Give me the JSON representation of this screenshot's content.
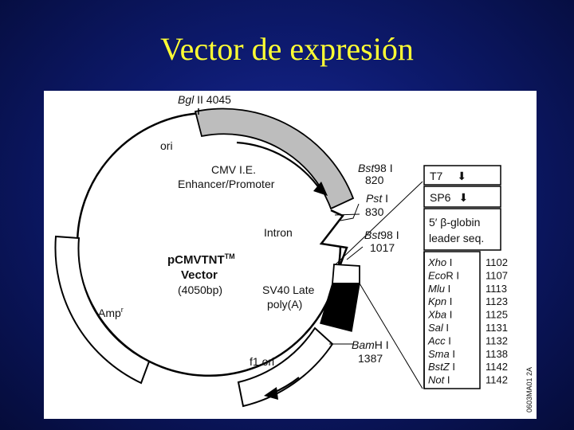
{
  "slide": {
    "title": "Vector de expresión"
  },
  "plasmid": {
    "name": "pCMVTNT",
    "trademark": "TM",
    "name_line2": "Vector",
    "size": "(4050bp)"
  },
  "features": {
    "cmv_line1": "CMV I.E.",
    "cmv_line2": "Enhancer/Promoter",
    "ori": "ori",
    "intron": "Intron",
    "sv40_line1": "SV40 Late",
    "sv40_line2": "poly(A)",
    "amp": "Amp",
    "amp_sup": "r",
    "f1ori": "f1 ori"
  },
  "sites": {
    "bgl_name": "Bgl",
    "bgl_suffix": " II 4045",
    "bst1_name": "Bst",
    "bst1_suffix": "98 I",
    "bst1_pos": "820",
    "pst_name": "Pst",
    "pst_suffix": " I",
    "pst_pos": "830",
    "bst2_name": "Bst",
    "bst2_suffix": "98 I",
    "bst2_pos": "1017",
    "bam_name": "Bam",
    "bam_suffix": "H I",
    "bam_pos": "1387"
  },
  "promoter_boxes": {
    "t7": "T7",
    "sp6": "SP6",
    "arrow": "⬇",
    "globin_line1": "5′ β-globin",
    "globin_line2": "leader seq."
  },
  "mcs": [
    {
      "name": "Xho",
      "suffix": " I",
      "pos": "1102"
    },
    {
      "name": "Eco",
      "suffix": "R I",
      "pos": "1107"
    },
    {
      "name": "Mlu",
      "suffix": " I",
      "pos": "1113"
    },
    {
      "name": "Kpn",
      "suffix": " I",
      "pos": "1123"
    },
    {
      "name": "Xba",
      "suffix": " I",
      "pos": "1125"
    },
    {
      "name": "Sal",
      "suffix": " I",
      "pos": "1131"
    },
    {
      "name": "Acc",
      "suffix": " I",
      "pos": "1132"
    },
    {
      "name": "Sma",
      "suffix": " I",
      "pos": "1138"
    },
    {
      "name": "BstZ",
      "suffix": " I",
      "pos": "1142"
    },
    {
      "name": "Not",
      "suffix": " I",
      "pos": "1142"
    }
  ],
  "figure_code": "0603MA01 2A"
}
